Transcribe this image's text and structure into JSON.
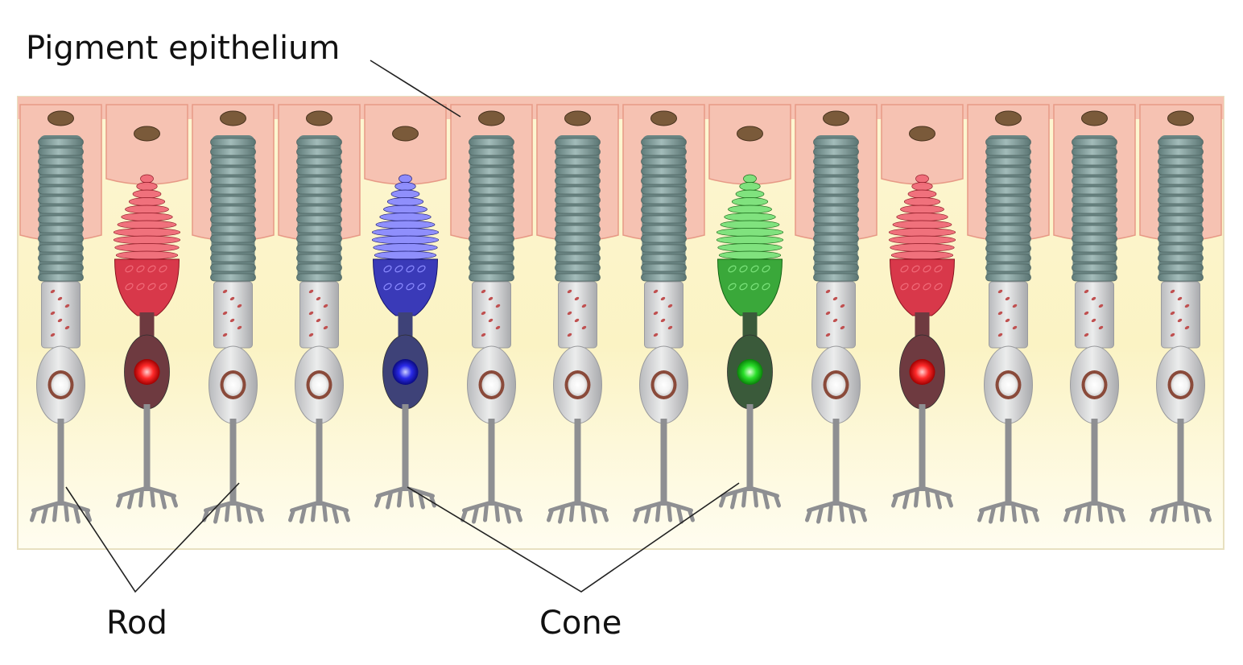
{
  "labels": {
    "pigment_epithelium": "Pigment epithelium",
    "rod": "Rod",
    "cone": "Cone"
  },
  "cells": [
    {
      "kind": "rod"
    },
    {
      "kind": "cone",
      "color": "red"
    },
    {
      "kind": "rod"
    },
    {
      "kind": "rod"
    },
    {
      "kind": "cone",
      "color": "blue"
    },
    {
      "kind": "rod"
    },
    {
      "kind": "rod"
    },
    {
      "kind": "rod"
    },
    {
      "kind": "cone",
      "color": "green"
    },
    {
      "kind": "rod"
    },
    {
      "kind": "cone",
      "color": "red"
    },
    {
      "kind": "rod"
    },
    {
      "kind": "rod"
    },
    {
      "kind": "rod"
    }
  ],
  "colors": {
    "epithelium": "#f6c2b2",
    "epithelium_border": "#e79a86",
    "background_glow": "#fbf3c4",
    "rod_disc": "#7e9a98",
    "rod_body": "#d4d5d6",
    "pigment_granule": "#7a5a3a",
    "cone_red": "#d8384a",
    "cone_blue": "#3a3ab8",
    "cone_green": "#3aa83a"
  }
}
